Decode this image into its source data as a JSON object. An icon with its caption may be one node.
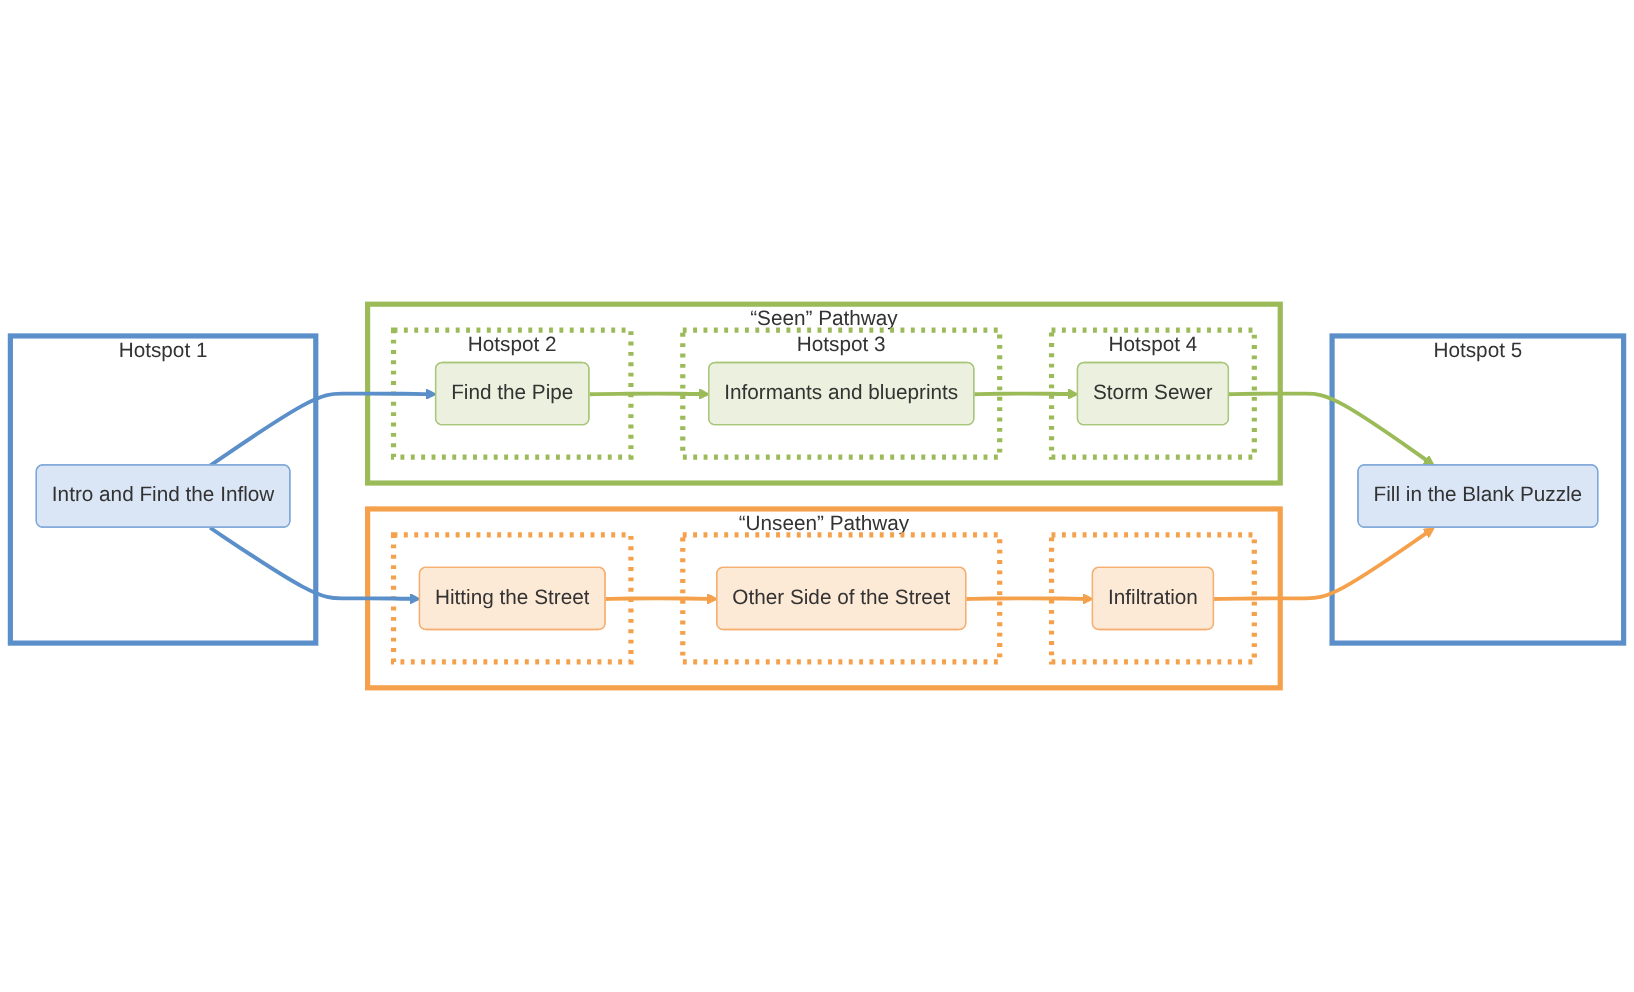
{
  "diagram": {
    "nodes": [
      {
        "text": [
          "Hotspot 1"
        ]
      },
      {
        "text": [
          "Intro and Find the Inflow"
        ],
        "in": 0
      },
      {
        "text": [
          "“Seen” Pathway"
        ]
      },
      {
        "text": [
          "Hotspot 2"
        ],
        "in": 2
      },
      {
        "text": [
          "Find the Pipe"
        ],
        "in": 3
      },
      {
        "text": [
          "Hotspot 3"
        ],
        "in": 2
      },
      {
        "text": [
          "Informants and blueprints"
        ],
        "in": 5
      },
      {
        "text": [
          "Hotspot 4"
        ],
        "in": 2
      },
      {
        "text": [
          "Storm Sewer"
        ],
        "in": 7
      },
      {
        "text": [
          "“Unseen” Pathway"
        ]
      },
      {
        "text": [],
        "shape": "box",
        "in": 9
      },
      {
        "text": [
          "Hitting the Street"
        ],
        "in": 10
      },
      {
        "text": [],
        "shape": "box",
        "in": 9
      },
      {
        "text": [
          "Other Side of the Street"
        ],
        "in": 12
      },
      {
        "text": [],
        "shape": "box",
        "in": 9
      },
      {
        "text": [
          "Infiltration"
        ],
        "in": 14
      },
      {
        "text": [
          "Hotspot 5"
        ]
      },
      {
        "text": [
          "Fill in the Blank Puzzle"
        ],
        "in": 16
      }
    ],
    "edges": [
      {
        "from": 1,
        "to": 4,
        "arrow": "to",
        "color": "#5b8fc9"
      },
      {
        "from": 1,
        "to": 11,
        "arrow": "to",
        "color": "#5b8fc9"
      },
      {
        "from": 4,
        "to": 6,
        "arrow": "to",
        "color": "#9bbb59"
      },
      {
        "from": 6,
        "to": 8,
        "arrow": "to",
        "color": "#9bbb59"
      },
      {
        "from": 8,
        "to": 17,
        "arrow": "to",
        "color": "#9bbb59"
      },
      {
        "from": 11,
        "to": 13,
        "arrow": "to",
        "color": "#f5a04a"
      },
      {
        "from": 13,
        "to": 15,
        "arrow": "to",
        "color": "#f5a04a"
      },
      {
        "from": 15,
        "to": 17,
        "arrow": "to",
        "color": "#f5a04a"
      }
    ]
  }
}
